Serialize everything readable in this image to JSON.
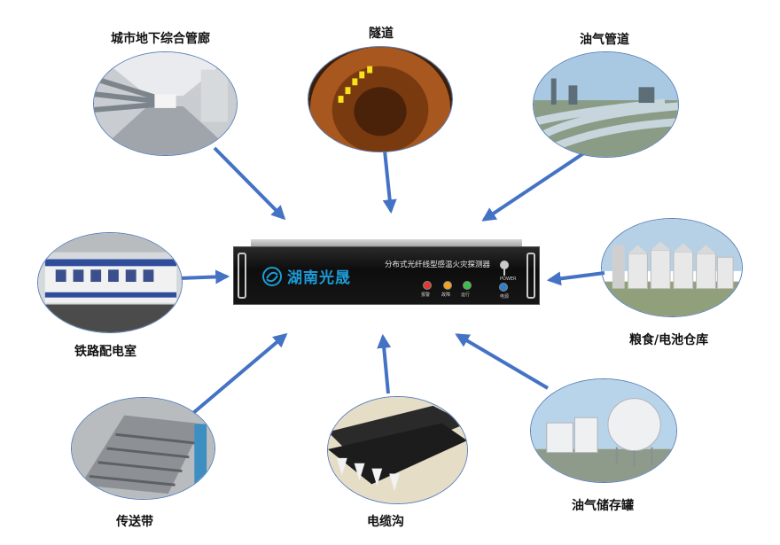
{
  "diagram": {
    "center_device": {
      "brand": "湖南光晟",
      "title": "分布式光纤线型感温火灾探测器",
      "indicators": [
        "报警",
        "故障",
        "运行"
      ],
      "indicator_colors": [
        "#e23b2e",
        "#f2a21e",
        "#3bbf4a"
      ],
      "key_labels": [
        "POWER",
        "电源"
      ]
    },
    "applications": [
      {
        "id": "utility-tunnel",
        "label": "城市地下综合管廊"
      },
      {
        "id": "tunnel",
        "label": "隧道"
      },
      {
        "id": "oil-pipeline",
        "label": "油气管道"
      },
      {
        "id": "railway-room",
        "label": "铁路配电室"
      },
      {
        "id": "grain-warehouse",
        "label": "粮食/电池仓库"
      },
      {
        "id": "conveyor",
        "label": "传送带"
      },
      {
        "id": "cable-trench",
        "label": "电缆沟"
      },
      {
        "id": "oil-tank",
        "label": "油气储存罐"
      }
    ],
    "arrow_color": "#4472c4",
    "oval_border_color": "#5a7fb8"
  }
}
